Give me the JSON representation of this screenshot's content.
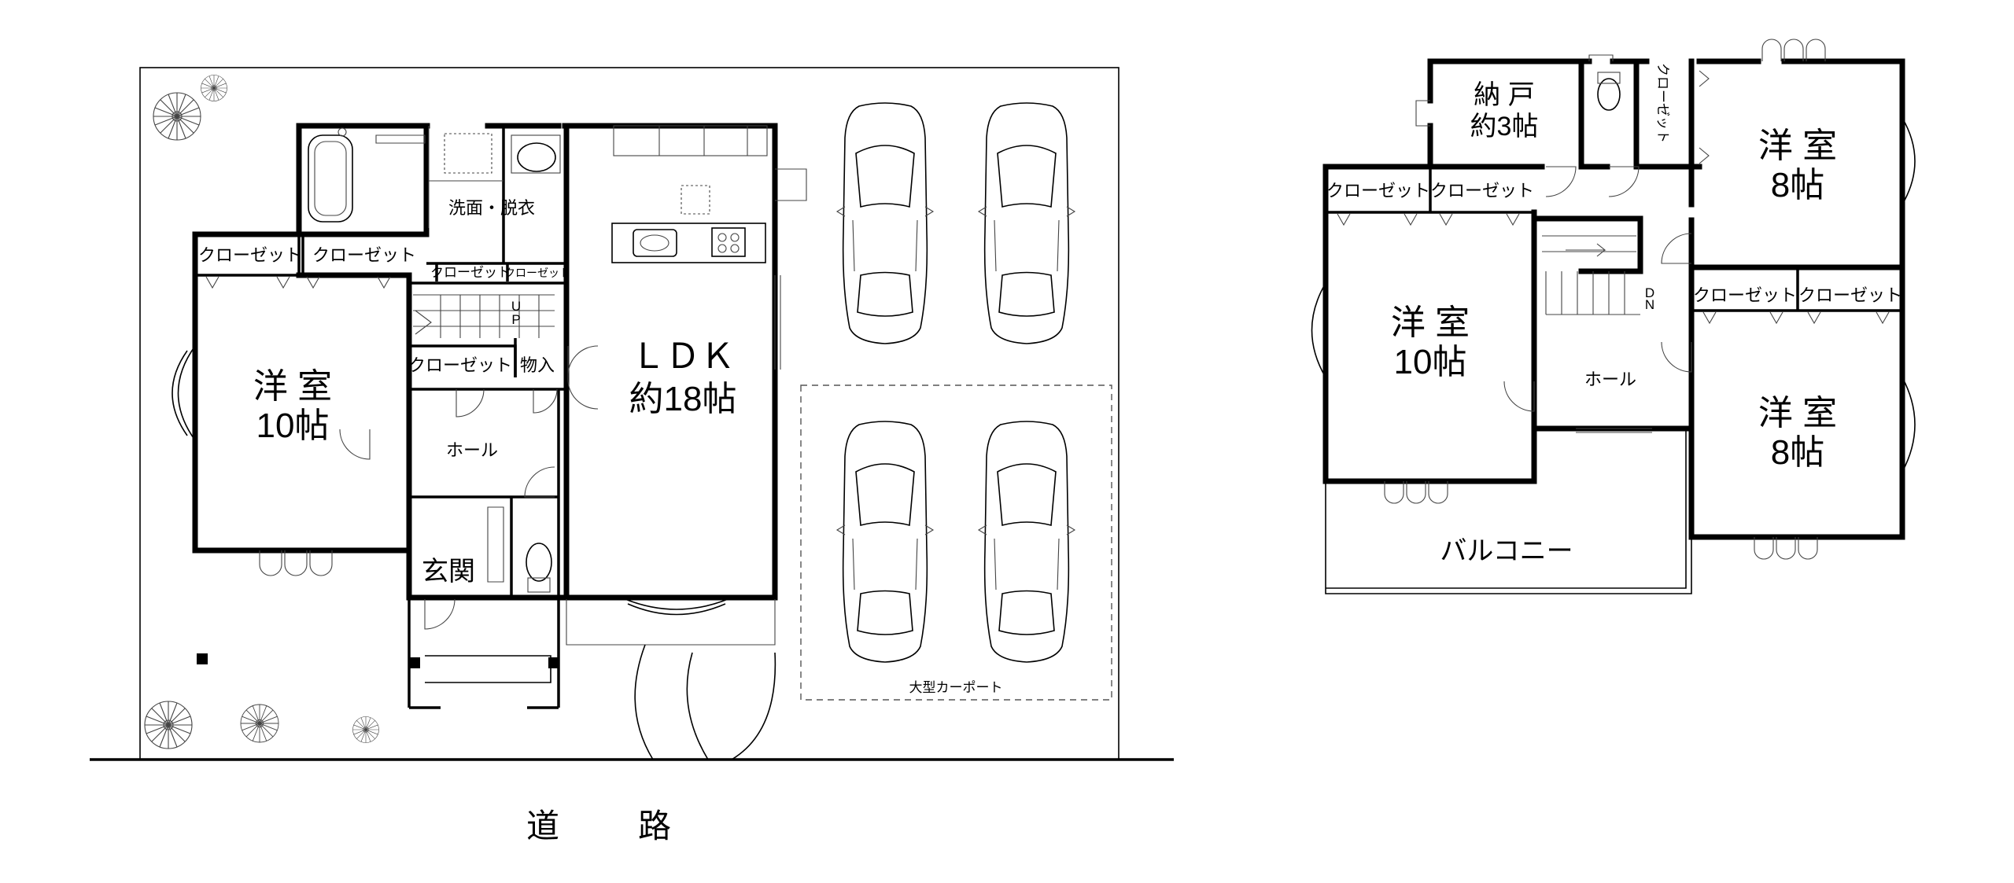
{
  "road_label": [
    "道",
    "路"
  ],
  "floor1": {
    "western_room": [
      "洋 室",
      "10帖"
    ],
    "ldk": [
      "ＬＤＫ",
      "約18帖"
    ],
    "washroom": "洗面・脱衣",
    "closet": "クローゼット",
    "closet_small": "クローゼ",
    "storage": "物入",
    "hall": "ホール",
    "entrance": "玄関",
    "stairs_up": [
      "U",
      "P"
    ],
    "carport": "大型カーポート"
  },
  "floor2": {
    "storeroom": [
      "納 戸",
      "約3帖"
    ],
    "western_room_a": [
      "洋 室",
      "8帖"
    ],
    "western_room_b": [
      "洋 室",
      "10帖"
    ],
    "western_room_c": [
      "洋 室",
      "8帖"
    ],
    "closet": "クローゼット",
    "closet_vertical": "クローゼット",
    "hall": "ホール",
    "stairs_down": [
      "D",
      "N"
    ],
    "balcony": "バルコニー"
  }
}
